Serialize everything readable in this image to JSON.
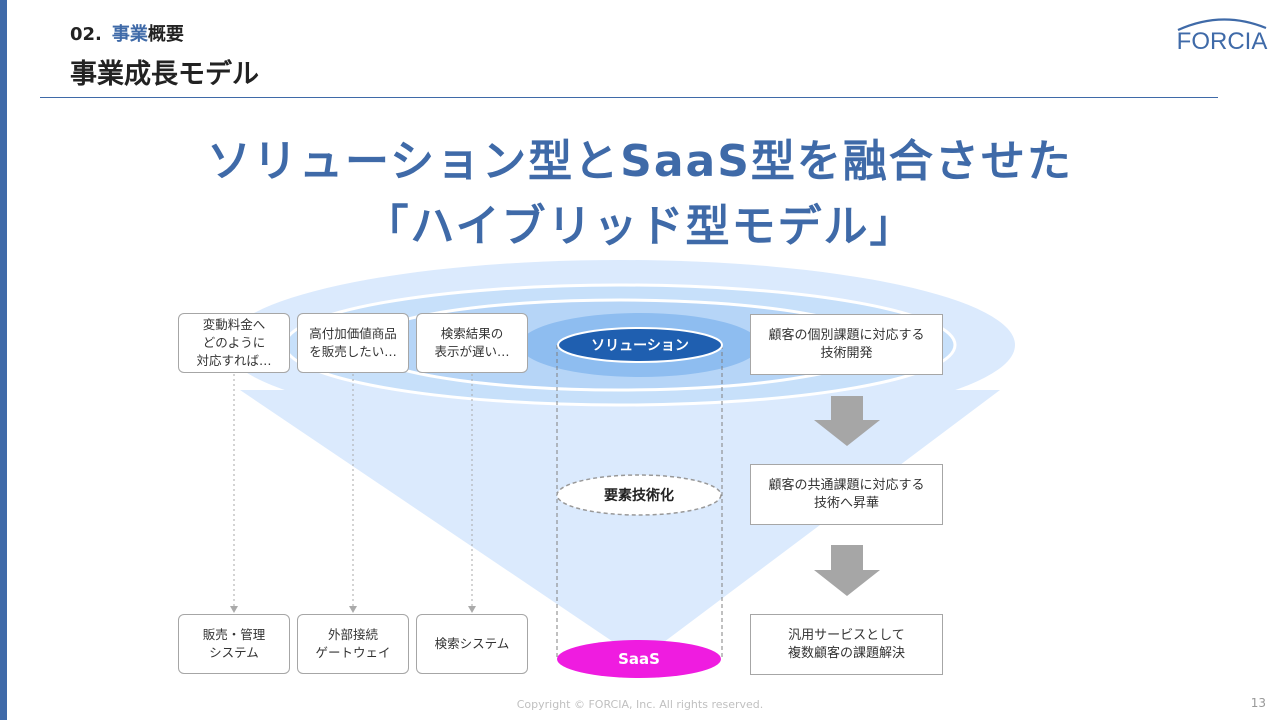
{
  "header": {
    "section_number": "02.",
    "section_highlight": "事業",
    "section_rest": "概要",
    "page_title": "事業成長モデル",
    "logo_text": "FORCIA"
  },
  "headline": {
    "line1": "ソリューション型とSaaS型を融合させた",
    "line2": "「ハイブリッド型モデル」"
  },
  "diagram": {
    "top_boxes": [
      "変動料金へ\nどのように\n対応すれば…",
      "高付加価値商品\nを販売したい…",
      "検索結果の\n表示が遅い…"
    ],
    "bottom_boxes": [
      "販売・管理\nシステム",
      "外部接続\nゲートウェイ",
      "検索システム"
    ],
    "pill_solution": "ソリューション",
    "pill_element": "要素技術化",
    "pill_saas": "SaaS",
    "right_boxes": [
      "顧客の個別課題に対応する\n技術開発",
      "顧客の共通課題に対応する\n技術へ昇華",
      "汎用サービスとして\n複数顧客の課題解決"
    ],
    "colors": {
      "primary": "#3f6aa8",
      "funnel_light": "#dbeafd",
      "funnel_mid": "#bcd9f8",
      "funnel_core": "#8ebdf0",
      "solution_pill": "#1f5fb0",
      "saas_pill": "#ef1ce0",
      "arrow": "#a6a6a6"
    }
  },
  "footer": {
    "copyright": "Copyright © FORCIA, Inc. All rights reserved.",
    "page_number": "13"
  }
}
